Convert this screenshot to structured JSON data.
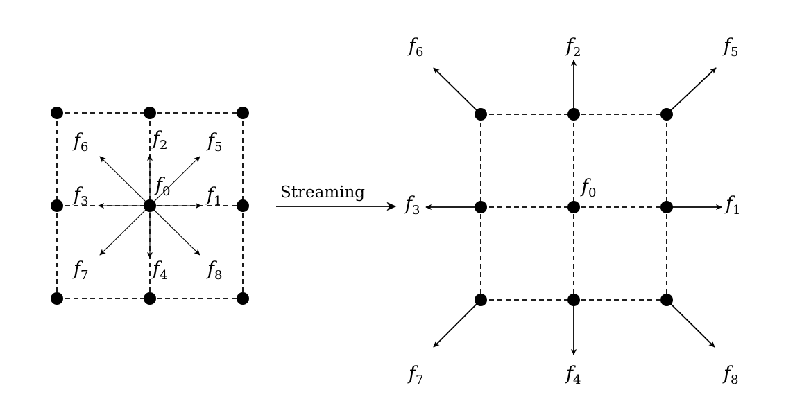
{
  "colors": {
    "ink": "#000000",
    "background": "#ffffff"
  },
  "lattice_before": {
    "labels": [
      {
        "base": "f",
        "sub": "0"
      },
      {
        "base": "f",
        "sub": "1"
      },
      {
        "base": "f",
        "sub": "2"
      },
      {
        "base": "f",
        "sub": "3"
      },
      {
        "base": "f",
        "sub": "4"
      },
      {
        "base": "f",
        "sub": "5"
      },
      {
        "base": "f",
        "sub": "6"
      },
      {
        "base": "f",
        "sub": "7"
      },
      {
        "base": "f",
        "sub": "8"
      }
    ]
  },
  "transition": {
    "label": "Streaming"
  },
  "lattice_after": {
    "labels": [
      {
        "base": "f",
        "sub": "0"
      },
      {
        "base": "f",
        "sub": "1"
      },
      {
        "base": "f",
        "sub": "2"
      },
      {
        "base": "f",
        "sub": "3"
      },
      {
        "base": "f",
        "sub": "4"
      },
      {
        "base": "f",
        "sub": "5"
      },
      {
        "base": "f",
        "sub": "6"
      },
      {
        "base": "f",
        "sub": "7"
      },
      {
        "base": "f",
        "sub": "8"
      }
    ]
  }
}
